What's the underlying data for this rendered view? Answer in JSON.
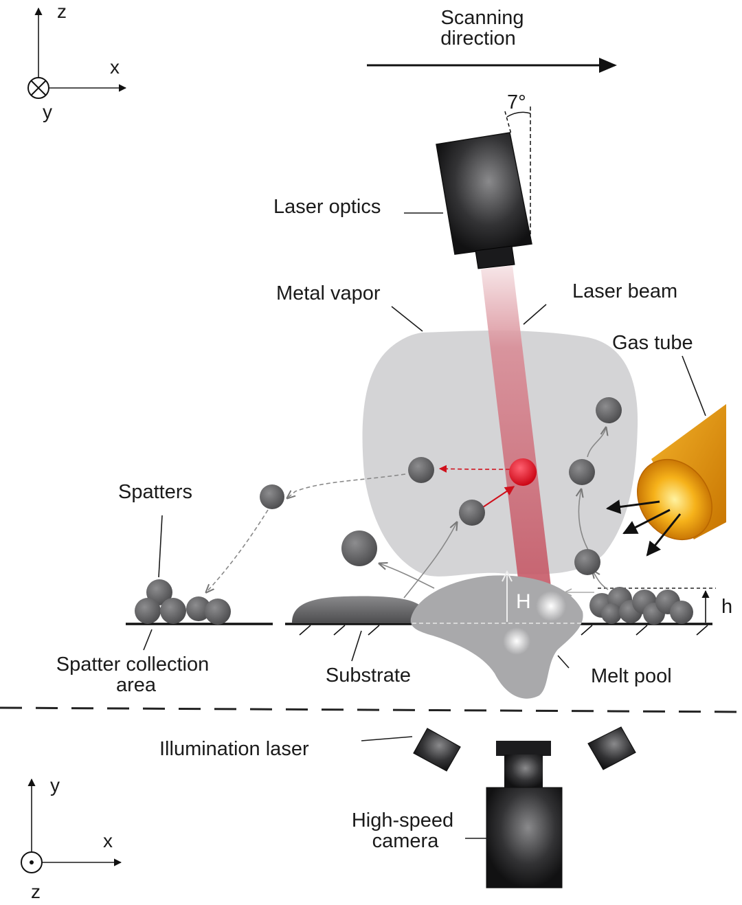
{
  "axes_top": {
    "z": "z",
    "x": "x",
    "y": "y"
  },
  "axes_bottom": {
    "y": "y",
    "x": "x",
    "z": "z"
  },
  "scan": {
    "line1": "Scanning",
    "line2": "direction"
  },
  "angle": "7°",
  "labels": {
    "laser_optics": "Laser optics",
    "metal_vapor": "Metal vapor",
    "laser_beam": "Laser beam",
    "gas_tube": "Gas tube",
    "spatters": "Spatters",
    "spatter_area_line1": "Spatter collection",
    "spatter_area_line2": "area",
    "substrate": "Substrate",
    "melt_pool": "Melt pool",
    "H": "H",
    "h": "h",
    "illumination_laser": "Illumination laser",
    "camera_line1": "High-speed",
    "camera_line2": "camera"
  },
  "colors": {
    "vapor": "#d4d4d6",
    "beam": "#c0485a",
    "spatter": "#5e5e60",
    "red_spatter": "#e01020",
    "gas_tube": "#f0a010",
    "melt_pool": "#a9a9ab"
  }
}
